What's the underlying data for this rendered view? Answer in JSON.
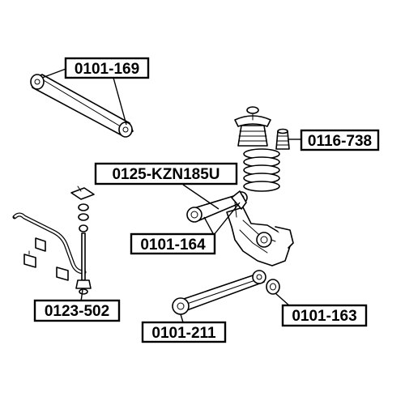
{
  "labels": {
    "arm_upper_left": "0101-169",
    "spring_bumper": "0116-738",
    "upper_link": "0125-KZN185U",
    "arm_upper_right_bushing": "0101-164",
    "stabilizer_link": "0123-502",
    "lower_arm": "0101-211",
    "lower_arm_bushing": "0101-163"
  },
  "colors": {
    "line": "#000000",
    "background": "#ffffff"
  }
}
